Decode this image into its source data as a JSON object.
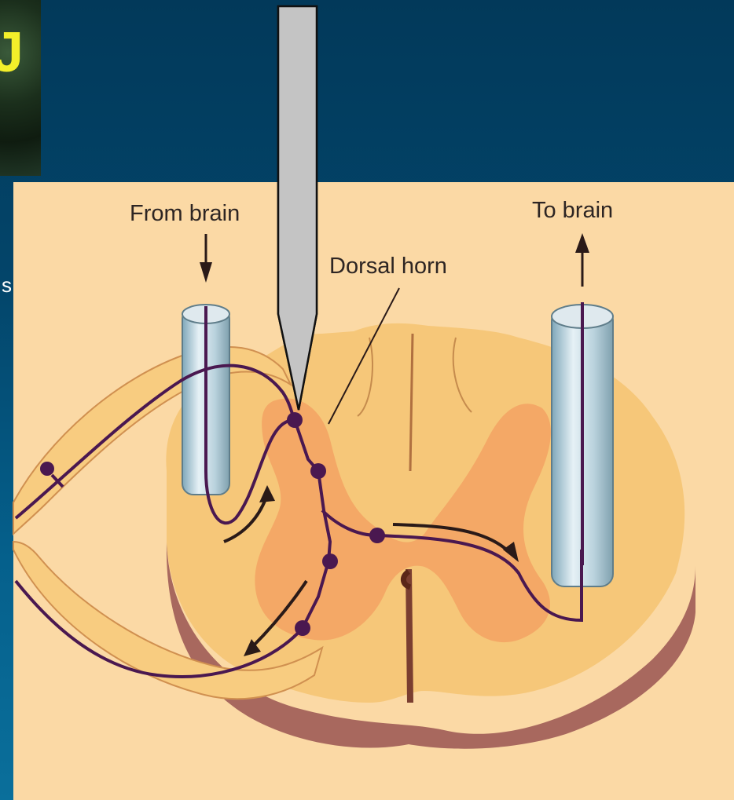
{
  "thumbnail": {
    "letter": "J"
  },
  "stray_char": "s",
  "labels": {
    "from_brain": "From brain",
    "to_brain": "To brain",
    "dorsal_horn": "Dorsal horn"
  },
  "colors": {
    "background": "#03456a",
    "panel": "#fbd9a5",
    "cord_white_matter": "#f6c779",
    "gray_matter": "#f4a866",
    "neuron": "#4a1850",
    "probe": "#c4c4c4"
  }
}
